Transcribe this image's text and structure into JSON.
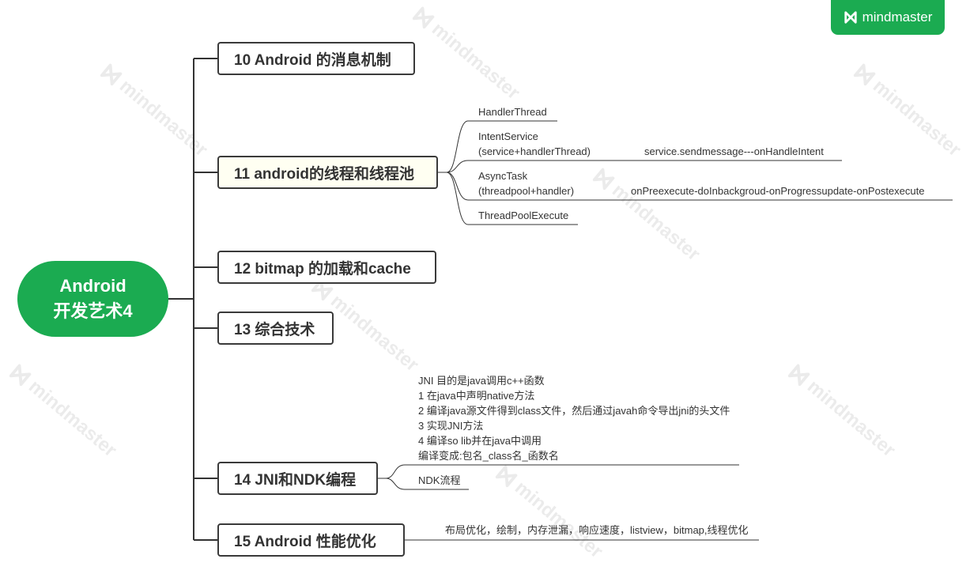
{
  "brand": {
    "label": "mindmaster"
  },
  "watermark": {
    "text": "mindmaster"
  },
  "icons": {
    "brand": "mindmaster-logo-icon",
    "watermark": "mindmaster-logo-icon"
  },
  "colors": {
    "accent": "#1bab51",
    "line": "#333333",
    "text": "#333333",
    "highlight": "#fffff2"
  },
  "root": {
    "line1": "Android",
    "line2": "开发艺术4"
  },
  "topics": [
    {
      "label": "10 Android 的消息机制"
    },
    {
      "label": "11 android的线程和线程池",
      "subtopics": [
        {
          "lines": [
            "HandlerThread"
          ]
        },
        {
          "lines": [
            "IntentService",
            "(service+handlerThread)"
          ],
          "detail": "service.sendmessage---onHandleIntent"
        },
        {
          "lines": [
            "AsyncTask",
            "(threadpool+handler)"
          ],
          "detail": "onPreexecute-doInbackgroud-onProgressupdate-onPostexecute"
        },
        {
          "lines": [
            "ThreadPoolExecute"
          ]
        }
      ]
    },
    {
      "label": "12 bitmap 的加载和cache"
    },
    {
      "label": "13 综合技术"
    },
    {
      "label": "14 JNI和NDK编程",
      "subtopics": [
        {
          "lines": [
            "JNI 目的是java调用c++函数",
            "1 在java中声明native方法",
            "2 编译java源文件得到class文件，然后通过javah命令导出jni的头文件",
            "3 实现JNI方法",
            "4 编译so lib并在java中调用",
            "编译变成:包名_class名_函数名"
          ]
        },
        {
          "lines": [
            "NDK流程"
          ]
        }
      ]
    },
    {
      "label": "15 Android 性能优化",
      "subtopics": [
        {
          "lines": [
            "布局优化，绘制，内存泄漏，响应速度，listview，bitmap,线程优化"
          ]
        }
      ]
    }
  ]
}
